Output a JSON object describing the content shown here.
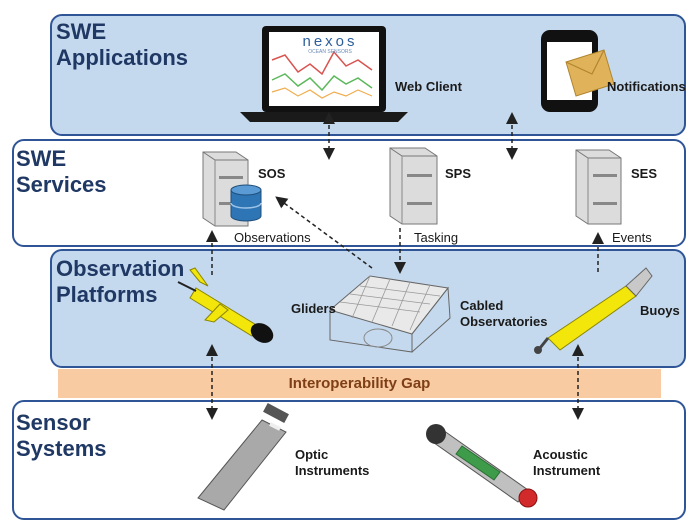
{
  "layers": {
    "applications": {
      "title": "SWE\nApplications"
    },
    "services": {
      "title": "SWE\nServices"
    },
    "platforms": {
      "title": "Observation\nPlatforms"
    },
    "sensors": {
      "title": "Sensor\nSystems"
    }
  },
  "applications": {
    "web_client": "Web Client",
    "notifications": "Notifications",
    "logo_text": "nexos",
    "logo_subtext": "OCEAN SENSORS"
  },
  "services": {
    "sos": {
      "name": "SOS",
      "caption": "Observations"
    },
    "sps": {
      "name": "SPS",
      "caption": "Tasking"
    },
    "ses": {
      "name": "SES",
      "caption": "Events"
    }
  },
  "platforms": {
    "gliders": "Gliders",
    "cabled": "Cabled\nObservatories",
    "buoys": "Buoys"
  },
  "gap_label": "Interoperability Gap",
  "sensors": {
    "optic": "Optic\nInstruments",
    "acoustic": "Acoustic\nInstrument"
  },
  "colors": {
    "layer_fill": "#c5d9ee",
    "layer_border": "#2f5597",
    "gap_fill": "#f8cba2",
    "title_color": "#1f3864"
  }
}
